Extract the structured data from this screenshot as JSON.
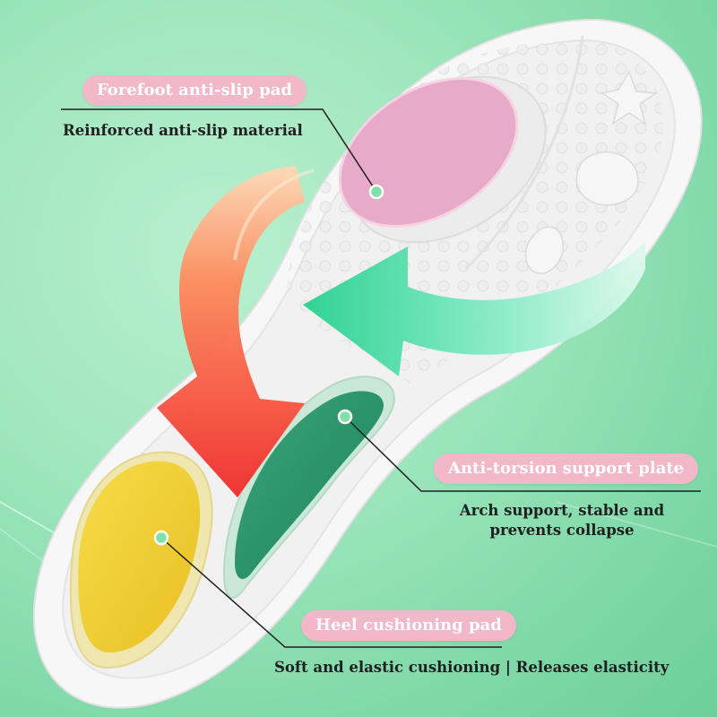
{
  "callouts": {
    "forefoot": {
      "title": "Forefoot anti-slip pad",
      "description": "Reinforced anti-slip material"
    },
    "arch": {
      "title": "Anti-torsion support plate",
      "description_line1": "Arch support, stable and",
      "description_line2": "prevents collapse"
    },
    "heel": {
      "title": "Heel cushioning pad",
      "description": "Soft and elastic cushioning | Releases elasticity"
    }
  },
  "colors": {
    "background": "#9ee6bd",
    "label_pill": "#f2b8c9",
    "forefoot_pad": "#e7aac8",
    "arch_plate": "#2f9a6f",
    "heel_pad": "#f1cf2f",
    "arrow_red": "#f23a3a",
    "arrow_green": "#34d99a"
  },
  "icons": {
    "forefoot_marker": "dot-marker-icon",
    "arch_marker": "dot-marker-icon",
    "heel_marker": "dot-marker-icon",
    "down_arrow": "curved-arrow-down-icon",
    "left_arrow": "curved-arrow-left-icon"
  }
}
